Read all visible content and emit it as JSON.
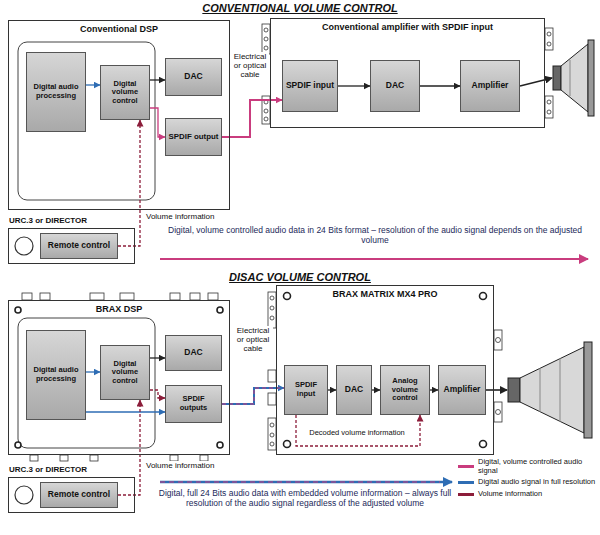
{
  "diagram": {
    "title": "CONVENTIONAL VOLUME CONTROL",
    "nodes": [
      {
        "text": [
          "Conventional DSP"
        ]
      },
      {
        "text": [
          "Digital audio processing"
        ],
        "in": 0
      },
      {
        "text": [
          "Digital volume control"
        ],
        "in": 0
      },
      {
        "text": [
          "DAC"
        ],
        "in": 0
      },
      {
        "text": [
          "SPDIF output"
        ],
        "in": 0
      },
      {
        "text": [
          "Conventional amplifier with SPDIF input"
        ]
      },
      {
        "text": [
          "SPDIF input"
        ],
        "in": 5
      },
      {
        "text": [
          "DAC"
        ],
        "in": 5
      },
      {
        "text": [
          "Amplifier"
        ],
        "in": 5
      },
      {
        "text": [
          "URC.3 or DIRECTOR"
        ]
      },
      {
        "text": [
          "Remote control"
        ],
        "in": 9
      },
      {
        "text": [
          "BRAX DSP"
        ]
      },
      {
        "text": [
          "Digital audio processing"
        ],
        "in": 11
      },
      {
        "text": [
          "Digital volume control"
        ],
        "in": 11
      },
      {
        "text": [
          "DAC"
        ],
        "in": 11
      },
      {
        "text": [
          "SPDIF outputs"
        ],
        "in": 11
      },
      {
        "text": [
          "BRAX MATRIX MX4 PRO"
        ]
      },
      {
        "text": [
          "SPDIF input"
        ],
        "in": 16
      },
      {
        "text": [
          "DAC"
        ],
        "in": 16
      },
      {
        "text": [
          "Analog volume control"
        ],
        "in": 16
      },
      {
        "text": [
          "Amplifier"
        ],
        "in": 16
      },
      {
        "text": [
          "URC.3 or DIRECTOR"
        ]
      },
      {
        "text": [
          "Remote control"
        ],
        "in": 21
      }
    ],
    "edges": [
      {
        "from": 1,
        "to": 2,
        "arrow": "to"
      },
      {
        "from": 2,
        "to": 3,
        "arrow": "to"
      },
      {
        "from": 2,
        "to": 4,
        "arrow": "to"
      },
      {
        "from": 4,
        "to": 6,
        "arrow": "to",
        "label": "Electrical or optical cable"
      },
      {
        "from": 6,
        "to": 7,
        "arrow": "to"
      },
      {
        "from": 7,
        "to": 8,
        "arrow": "to"
      },
      {
        "from": 10,
        "to": 2,
        "arrow": "to",
        "label": "Volume information"
      },
      {
        "from": 12,
        "to": 13,
        "arrow": "to"
      },
      {
        "from": 13,
        "to": 14,
        "arrow": "to"
      },
      {
        "from": 13,
        "to": 15,
        "arrow": "to"
      },
      {
        "from": 12,
        "to": 15,
        "arrow": "to"
      },
      {
        "from": 15,
        "to": 17,
        "arrow": "to",
        "label": "Electrical or optical cable"
      },
      {
        "from": 17,
        "to": 18,
        "arrow": "to"
      },
      {
        "from": 18,
        "to": 19,
        "arrow": "to"
      },
      {
        "from": 19,
        "to": 20,
        "arrow": "to"
      },
      {
        "from": 17,
        "to": 19,
        "arrow": "to",
        "label": "Decoded volume information"
      },
      {
        "from": 22,
        "to": 13,
        "arrow": "to",
        "label": "Volume information"
      }
    ],
    "labels": [
      "DISAC VOLUME CONTROL",
      "Digital, volume controlled audio data in 24 Bits format – resolution of the audio signal depends on the adjusted volume",
      "Digital, full 24 Bits audio data with embedded volume information – always full resolution of the audio signal regardless of the adjusted volume"
    ],
    "legend": [
      {
        "text": "Digital, volume controlled audio signal",
        "color": "#c93c7e"
      },
      {
        "text": "Digital audio signal in full resolution",
        "color": "#2e6db4"
      },
      {
        "text": "Volume information",
        "color": "#8c1d3a"
      }
    ]
  }
}
